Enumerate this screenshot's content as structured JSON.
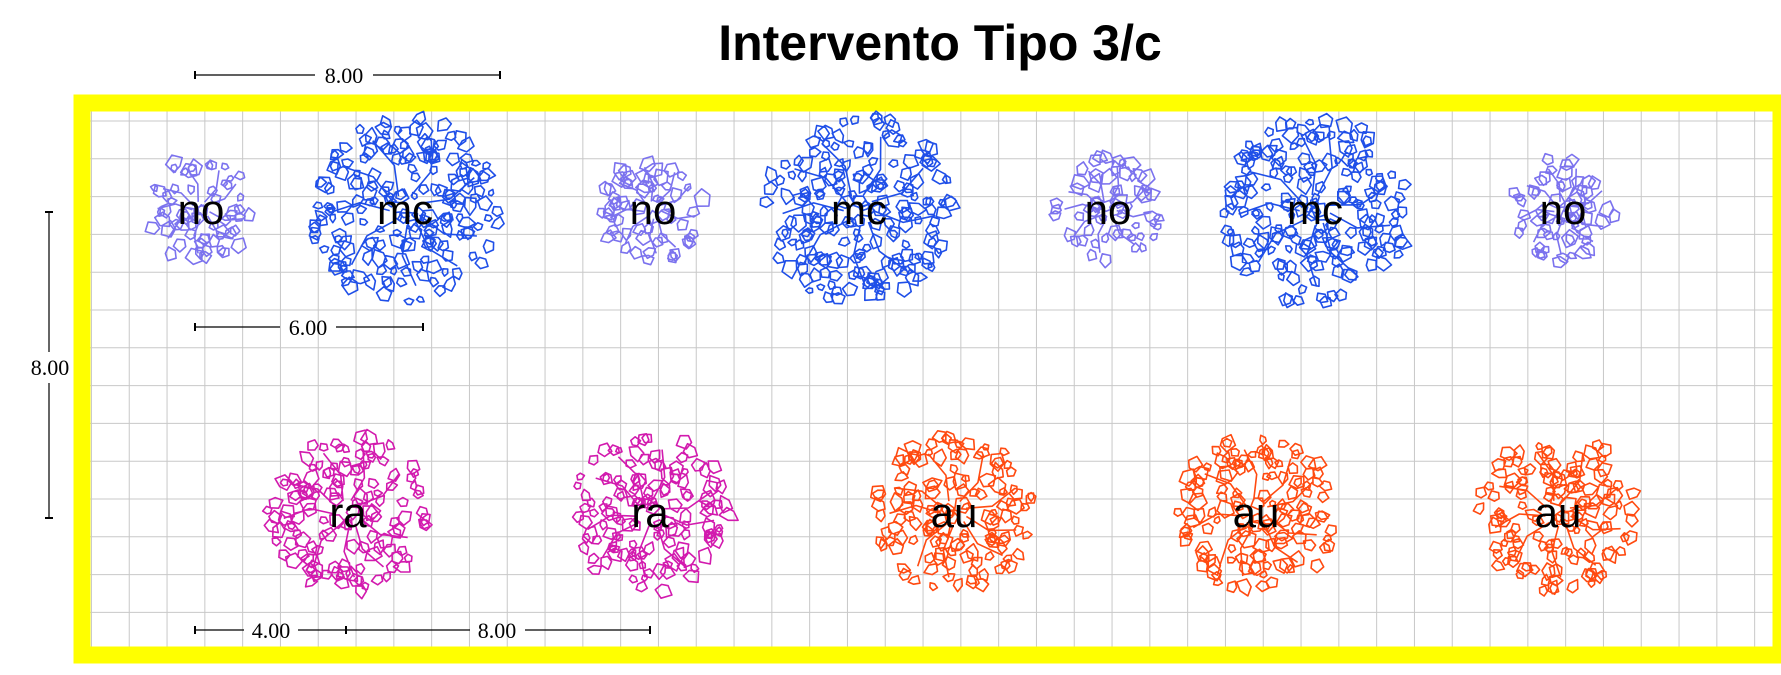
{
  "title": "Intervento Tipo 3/c",
  "colors": {
    "frame": "#ffff00",
    "grid": "#c8c8c8",
    "no": "#7b72ee",
    "mc": "#1f4fe8",
    "ra": "#d21aae",
    "au": "#ff4a10"
  },
  "dimensions": {
    "top_spacing": "8.00",
    "row_spacing": "8.00",
    "plant_spacing_top": "6.00",
    "offset_bottom": "4.00",
    "plant_spacing_bottom": "8.00"
  },
  "plants_top_row": [
    {
      "label": "no",
      "species": "no",
      "size": "small"
    },
    {
      "label": "mc",
      "species": "mc",
      "size": "large"
    },
    {
      "label": "no",
      "species": "no",
      "size": "small"
    },
    {
      "label": "mc",
      "species": "mc",
      "size": "large"
    },
    {
      "label": "no",
      "species": "no",
      "size": "small"
    },
    {
      "label": "mc",
      "species": "mc",
      "size": "large"
    },
    {
      "label": "no",
      "species": "no",
      "size": "small"
    }
  ],
  "plants_bottom_row": [
    {
      "label": "ra",
      "species": "ra",
      "size": "medium"
    },
    {
      "label": "ra",
      "species": "ra",
      "size": "medium"
    },
    {
      "label": "au",
      "species": "au",
      "size": "medium"
    },
    {
      "label": "au",
      "species": "au",
      "size": "medium"
    },
    {
      "label": "au",
      "species": "au",
      "size": "medium"
    }
  ]
}
